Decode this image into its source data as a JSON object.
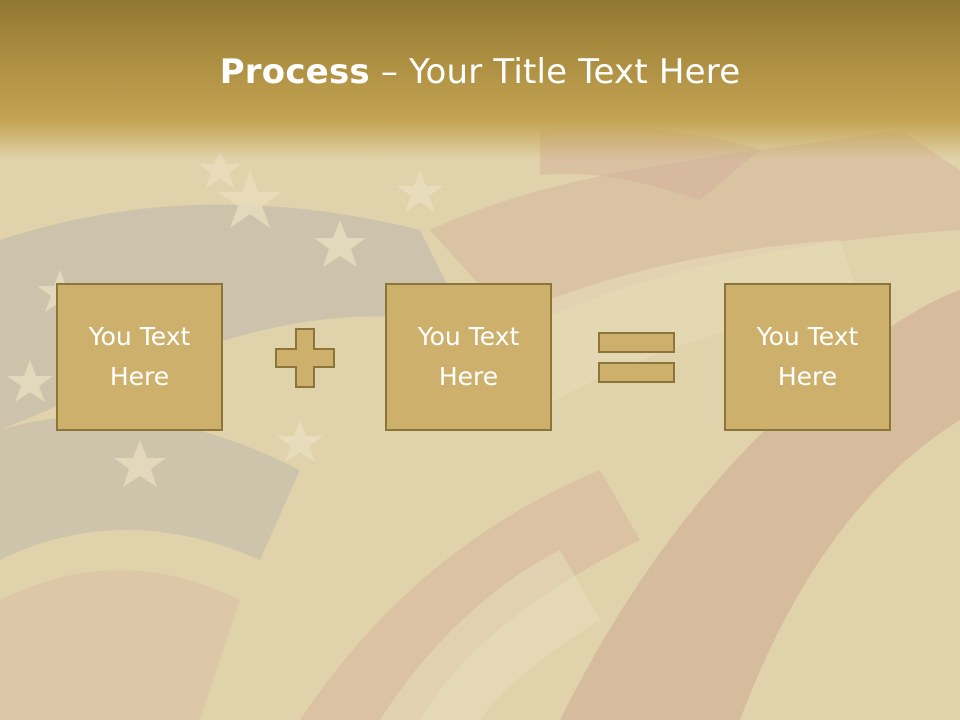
{
  "slide": {
    "title_bold": "Process",
    "title_rest": " – Your Title Text Here"
  },
  "process": {
    "boxes": [
      {
        "line1": "You Text",
        "line2": "Here"
      },
      {
        "line1": "You Text",
        "line2": "Here"
      },
      {
        "line1": "You Text",
        "line2": "Here"
      }
    ],
    "operators": [
      "plus-icon",
      "equals-icon"
    ]
  },
  "colors": {
    "title_band": "#a88a3e",
    "box_fill": "#cdb06b",
    "box_border": "#8b7538",
    "text": "#ffffff"
  },
  "background": {
    "description_icon": "distressed-american-flag-background"
  }
}
